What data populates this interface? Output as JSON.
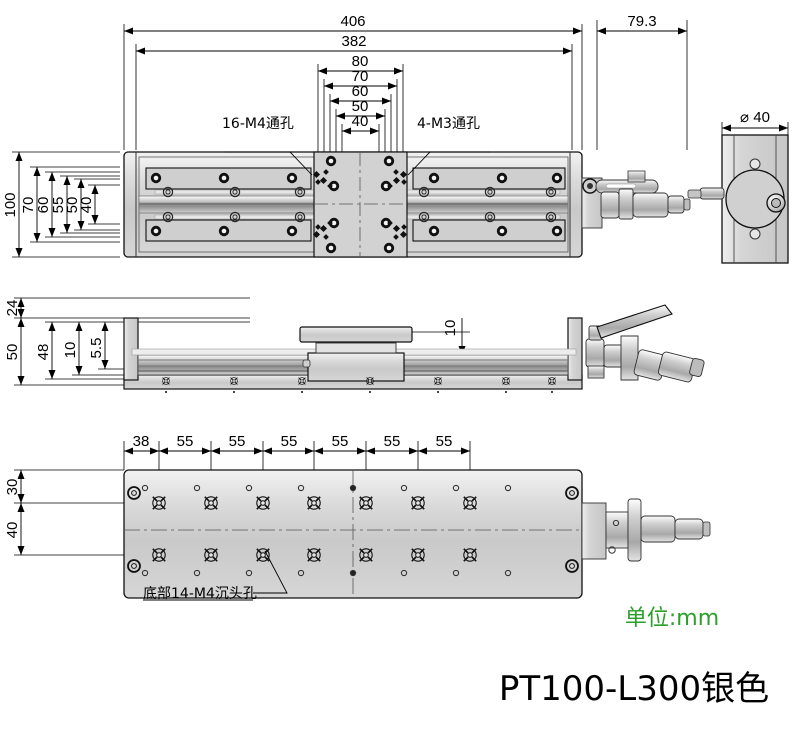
{
  "drawing": {
    "title": "PT100-L300银色",
    "unit_label": "单位:mm",
    "unit_color": "#2aa02a"
  },
  "top_view": {
    "name": "top-view",
    "horizontal_dims": [
      "406",
      "382",
      "80",
      "70",
      "60",
      "50",
      "40"
    ],
    "vertical_dims": [
      "100",
      "70",
      "60",
      "55",
      "50",
      "40"
    ],
    "right_offset_dim": "79.3",
    "leaders": [
      {
        "text": "16-M4通孔"
      },
      {
        "text": "4-M3通孔"
      }
    ]
  },
  "side_view": {
    "name": "right-side-view",
    "diameter_dim": "⌀ 40"
  },
  "front_view": {
    "name": "front-view",
    "vertical_dims": [
      "24",
      "50",
      "48",
      "10",
      "5.5"
    ],
    "travel_dim": "10"
  },
  "bottom_view": {
    "name": "bottom-view",
    "pitch_dims": [
      "38",
      "55",
      "55",
      "55",
      "55",
      "55",
      "55"
    ],
    "vertical_dims": [
      "30",
      "40"
    ],
    "leader": "底部14-M4沉头孔"
  }
}
